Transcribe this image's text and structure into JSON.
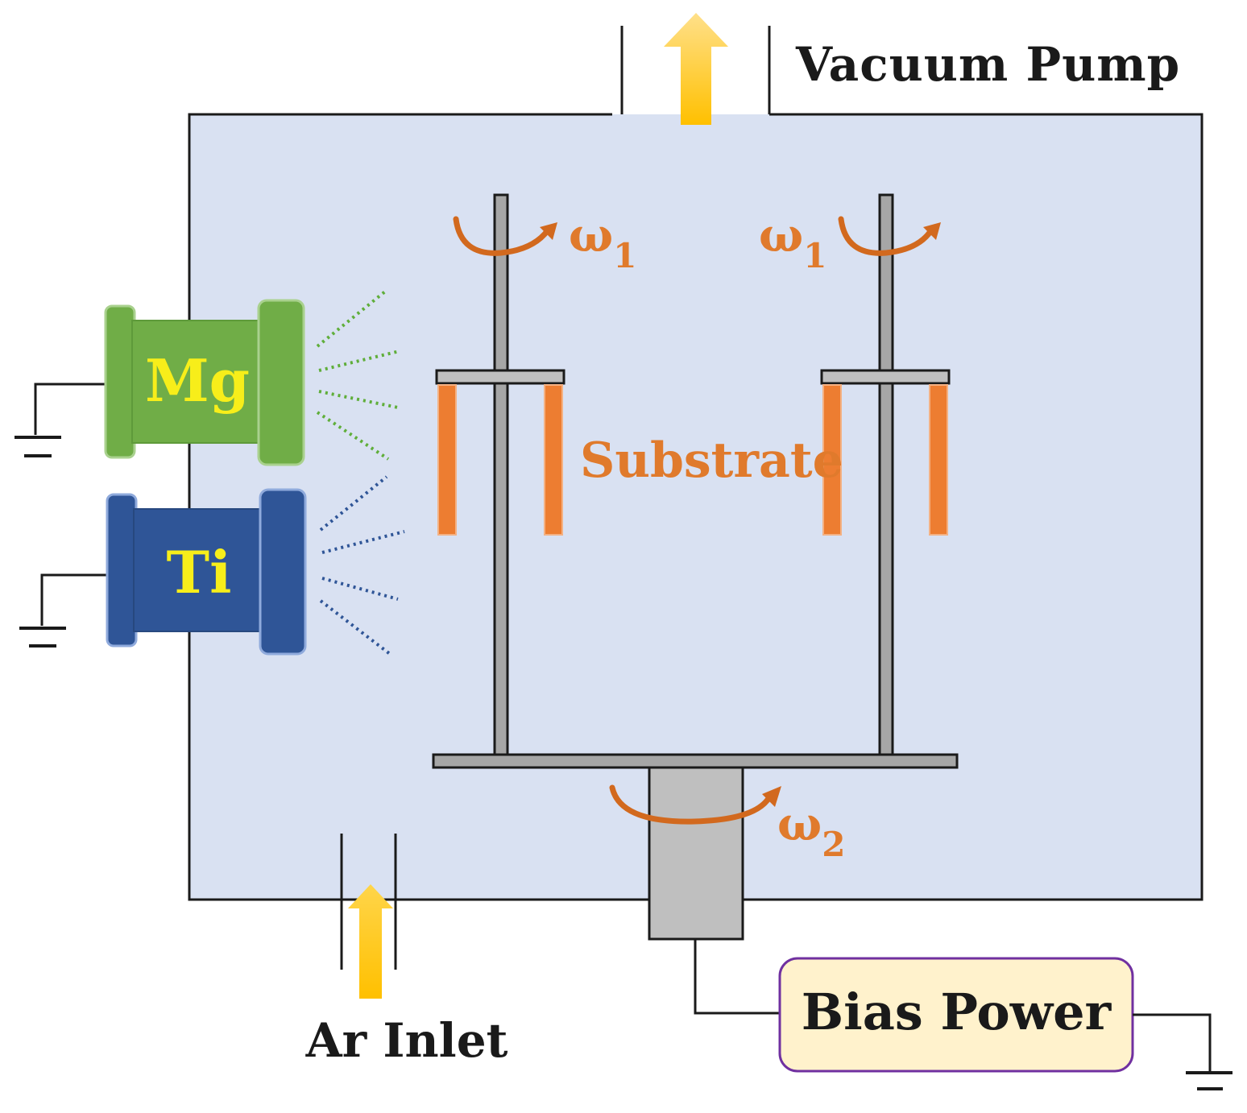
{
  "labels": {
    "vacuum_pump": "Vacuum Pump",
    "substrate": "Substrate",
    "omega1_left": "ω",
    "omega1_left_sub": "1",
    "omega1_right": "ω",
    "omega1_right_sub": "1",
    "omega2": "ω",
    "omega2_sub": "2",
    "ar_inlet": "Ar Inlet",
    "bias_power": "Bias Power"
  },
  "targets": [
    {
      "label": "Mg",
      "color": "#70ad47",
      "stroke": "#5e9a3a",
      "dots": "#5fae3a"
    },
    {
      "label": "Ti",
      "color": "#2f5597",
      "stroke": "#27487f",
      "dots": "#2f5597"
    }
  ],
  "colors": {
    "chamber_fill": "#d9e1f2",
    "chamber_stroke": "#1a1a1a",
    "arrow_yellow": "#ffc000",
    "orange": "#e07a2c",
    "substrate_orange": "#ed7d31",
    "rod_gray": "#a6a6a6",
    "shaft_gray": "#bfbfbf",
    "bias_fill": "#fff2cc",
    "bias_stroke": "#7030a0"
  }
}
